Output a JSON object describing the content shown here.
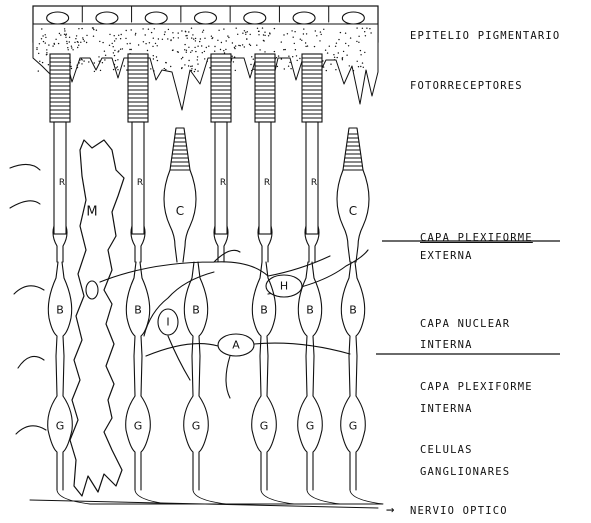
{
  "labels": {
    "epitelio": "EPITELIO PIGMENTARIO",
    "fotorreceptores": "FOTORRECEPTORES",
    "capa_plexiforme_externa_1": "CAPA PLEXIFORME",
    "capa_plexiforme_externa_2": "EXTERNA",
    "capa_nuclear_interna_1": "CAPA NUCLEAR",
    "capa_nuclear_interna_2": "INTERNA",
    "capa_plexiforme_interna_1": "CAPA PLEXIFORME",
    "capa_plexiforme_interna_2": "INTERNA",
    "celulas_1": "CELULAS",
    "celulas_2": "GANGLIONARES",
    "nervio": "NERVIO OPTICO",
    "arrow": "→"
  },
  "cell_letters": {
    "rod": "R",
    "cone": "C",
    "muller": "M",
    "horizontal": "H",
    "amacrine": "A",
    "interplexiform": "I",
    "bipolar": "B",
    "ganglion": "G"
  },
  "columns": [
    "rod",
    "muller",
    "rod",
    "cone",
    "rod",
    "rod",
    "rod",
    "cone"
  ]
}
